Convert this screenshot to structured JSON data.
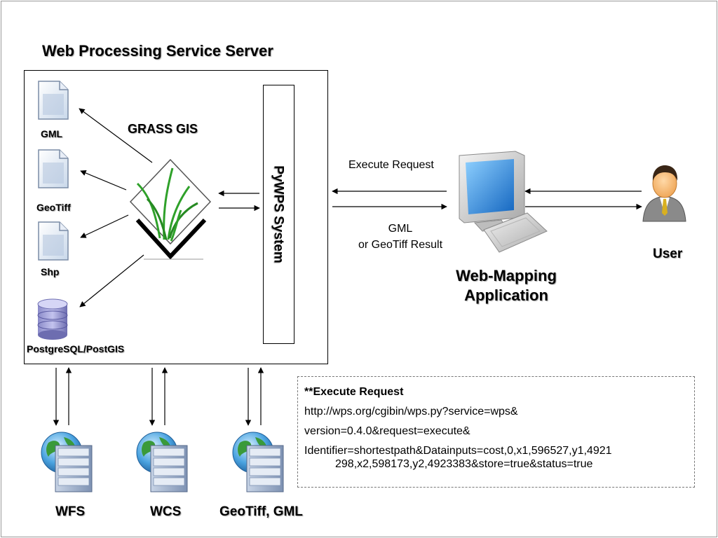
{
  "title": "Web Processing Service Server",
  "grass_label": "GRASS GIS",
  "pywps_label": "PyWPS System",
  "files": [
    {
      "label": "GML",
      "icon": "document-icon"
    },
    {
      "label": "GeoTiff",
      "icon": "document-icon"
    },
    {
      "label": "Shp",
      "icon": "document-icon"
    },
    {
      "label": "PostgreSQL/PostGIS",
      "icon": "database-icon"
    }
  ],
  "flow": {
    "execute_request": "Execute Request",
    "result_line1": "GML",
    "result_line2": "or GeoTiff Result"
  },
  "web_app": {
    "line1": "Web-Mapping",
    "line2": "Application",
    "icon": "computer-icon"
  },
  "user": {
    "label": "User",
    "icon": "user-icon"
  },
  "services": [
    {
      "label": "WFS",
      "icon": "globe-server-icon"
    },
    {
      "label": "WCS",
      "icon": "globe-server-icon"
    },
    {
      "label": "GeoTiff, GML",
      "icon": "globe-server-icon"
    }
  ],
  "note": {
    "heading": "**Execute Request",
    "line1": "http://wps.org/cgibin/wps.py?service=wps&",
    "line2": "version=0.4.0&request=execute&",
    "line3": "Identifier=shortestpath&Datainputs=cost,0,x1,596527,y1,4921",
    "line4": "298,x2,598173,y2,4923383&store=true&status=true"
  },
  "colors": {
    "grass_green": "#2fa12a",
    "monitor_blue": "#1f7fd9",
    "user_orange": "#f4a52a",
    "globe_green": "#3a9a3a"
  }
}
